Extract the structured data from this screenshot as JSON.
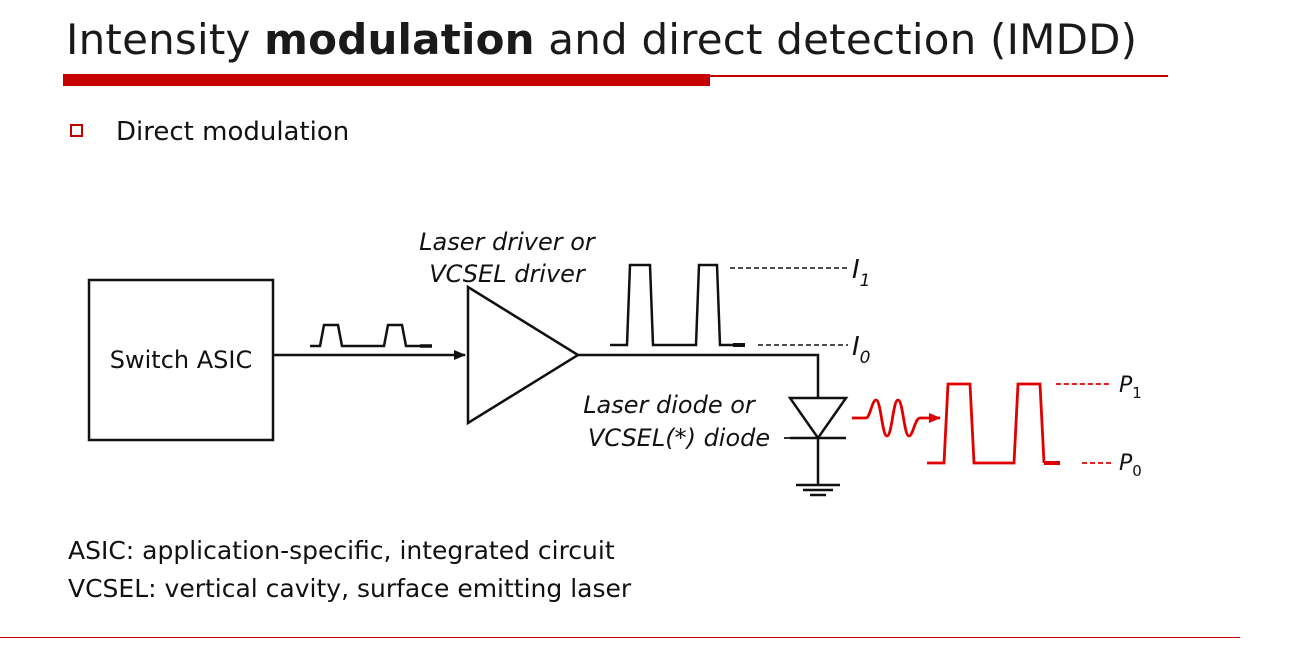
{
  "slide": {
    "title_pre": "Intensity ",
    "title_bold": "modulation",
    "title_post": " and direct detection (IMDD)",
    "bullet": "Direct modulation"
  },
  "diagram": {
    "asic_label": "Switch ASIC",
    "driver_label_line1": "Laser driver or",
    "driver_label_line2": "VCSEL driver",
    "diode_label_line1": "Laser diode or",
    "diode_label_line2": "VCSEL(*) diode",
    "current_high": "I",
    "current_high_sub": "1",
    "current_low": "I",
    "current_low_sub": "0",
    "power_high": "P",
    "power_high_sub": "1",
    "power_low": "P",
    "power_low_sub": "0",
    "optical_color": "#e00000"
  },
  "footnotes": {
    "asic": "ASIC: application-specific, integrated circuit",
    "vcsel": "VCSEL: vertical cavity, surface emitting laser"
  }
}
